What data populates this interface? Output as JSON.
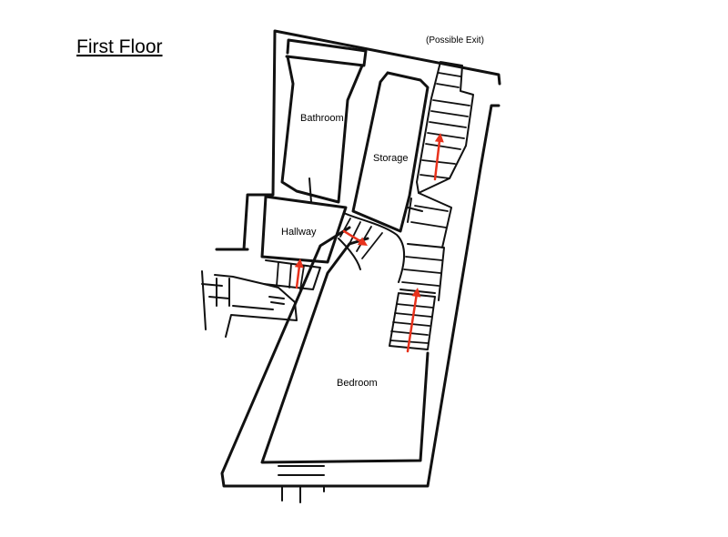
{
  "title": "First Floor",
  "note": "(Possible Exit)",
  "rooms": {
    "bathroom": "Bathroom",
    "storage": "Storage",
    "hallway": "Hallway",
    "bedroom": "Bedroom"
  },
  "colors": {
    "arrow": "#e8321c",
    "line": "#111111",
    "background": "#ffffff"
  }
}
